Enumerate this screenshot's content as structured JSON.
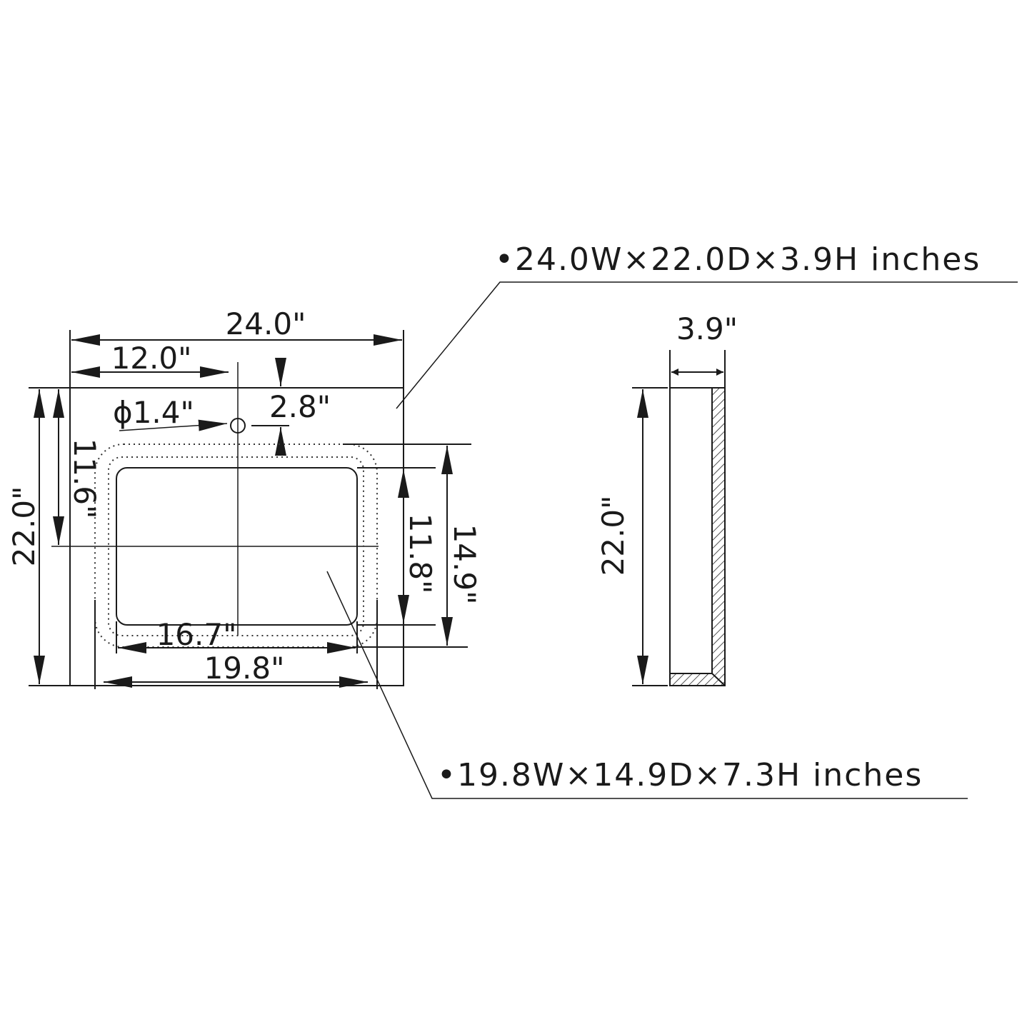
{
  "top_view": {
    "overall_width": "24.0\"",
    "half_width": "12.0\"",
    "overall_depth": "22.0\"",
    "drain_offset": "11.6\"",
    "hole_diameter": "ϕ1.4\"",
    "hole_setback": "2.8\"",
    "basin_inner_depth": "11.8\"",
    "basin_outer_depth": "14.9\"",
    "basin_inner_width": "16.7\"",
    "basin_outer_width": "19.8\""
  },
  "side_view": {
    "height": "3.9\"",
    "depth": "22.0\""
  },
  "labels": {
    "countertop": "•24.0W×22.0D×3.9H  inches",
    "basin": "•19.8W×14.9D×7.3H  inches"
  }
}
